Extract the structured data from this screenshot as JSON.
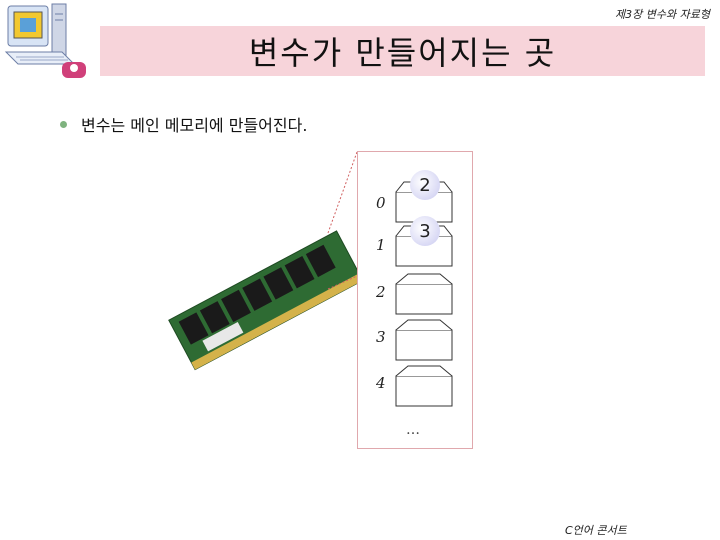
{
  "header": {
    "chapter_label": "제3장 변수와 자료형",
    "title": "변수가 만들어지는 곳"
  },
  "content": {
    "bullet_text": "변수는 메인 메모리에 만들어진다."
  },
  "memory": {
    "addresses": [
      "0",
      "1",
      "2",
      "3",
      "4"
    ],
    "values": [
      "2",
      "3"
    ],
    "ellipsis": "…"
  },
  "footer": {
    "label": "C언어 콘서트"
  },
  "colors": {
    "banner": "#f7d4da",
    "panel_border": "#e0a8ad",
    "bullet": "#7fb37f"
  }
}
